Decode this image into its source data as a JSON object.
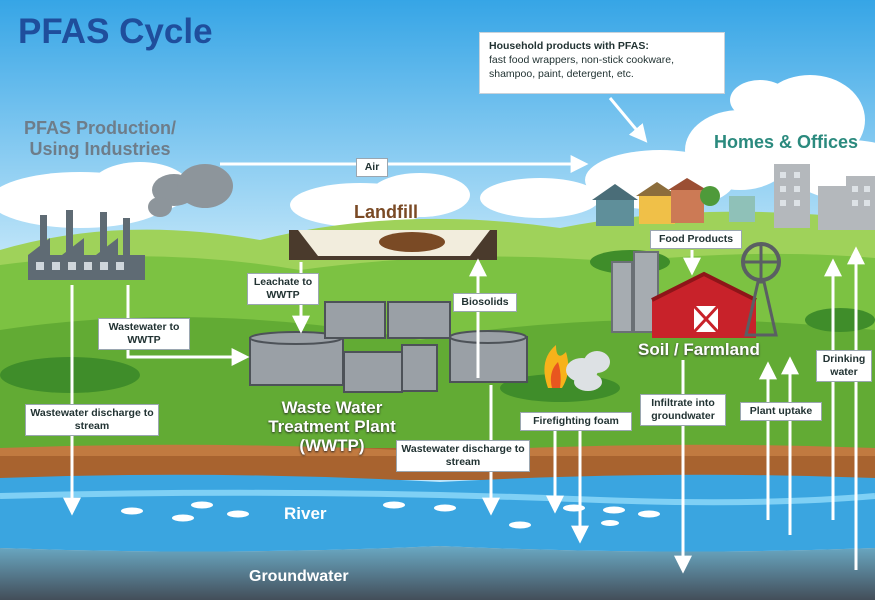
{
  "title": "PFAS Cycle",
  "nodes": {
    "industry": "PFAS Production/ Using Industries",
    "homes": "Homes & Offices",
    "landfill": "Landfill",
    "soil": "Soil / Farmland",
    "wwtp": "Waste Water Treatment Plant (WWTP)",
    "river": "River",
    "groundwater": "Groundwater"
  },
  "callout": {
    "heading": "Household products with PFAS:",
    "body": "fast food wrappers, non-stick cookware, shampoo, paint, detergent, etc."
  },
  "flows": {
    "air": "Air",
    "leachate": "Leachate to WWTP",
    "wastewater_to_wwtp": "Wastewater to WWTP",
    "biosolids": "Biosolids",
    "discharge_industry": "Wastewater discharge to stream",
    "discharge_wwtp": "Wastewater discharge to stream",
    "firefighting": "Firefighting foam",
    "infiltrate": "Infiltrate into groundwater",
    "plant_uptake": "Plant uptake",
    "drinking": "Drinking water",
    "food": "Food Products"
  },
  "colors": {
    "title": "#1f4e9c",
    "sky": "#bfe6fb",
    "grass": "#7cc242",
    "soil": "#a8632f",
    "river": "#3aa5e0",
    "groundwater": "#53697c",
    "barn": "#c8222a",
    "homes_label": "#2b8a7e"
  }
}
